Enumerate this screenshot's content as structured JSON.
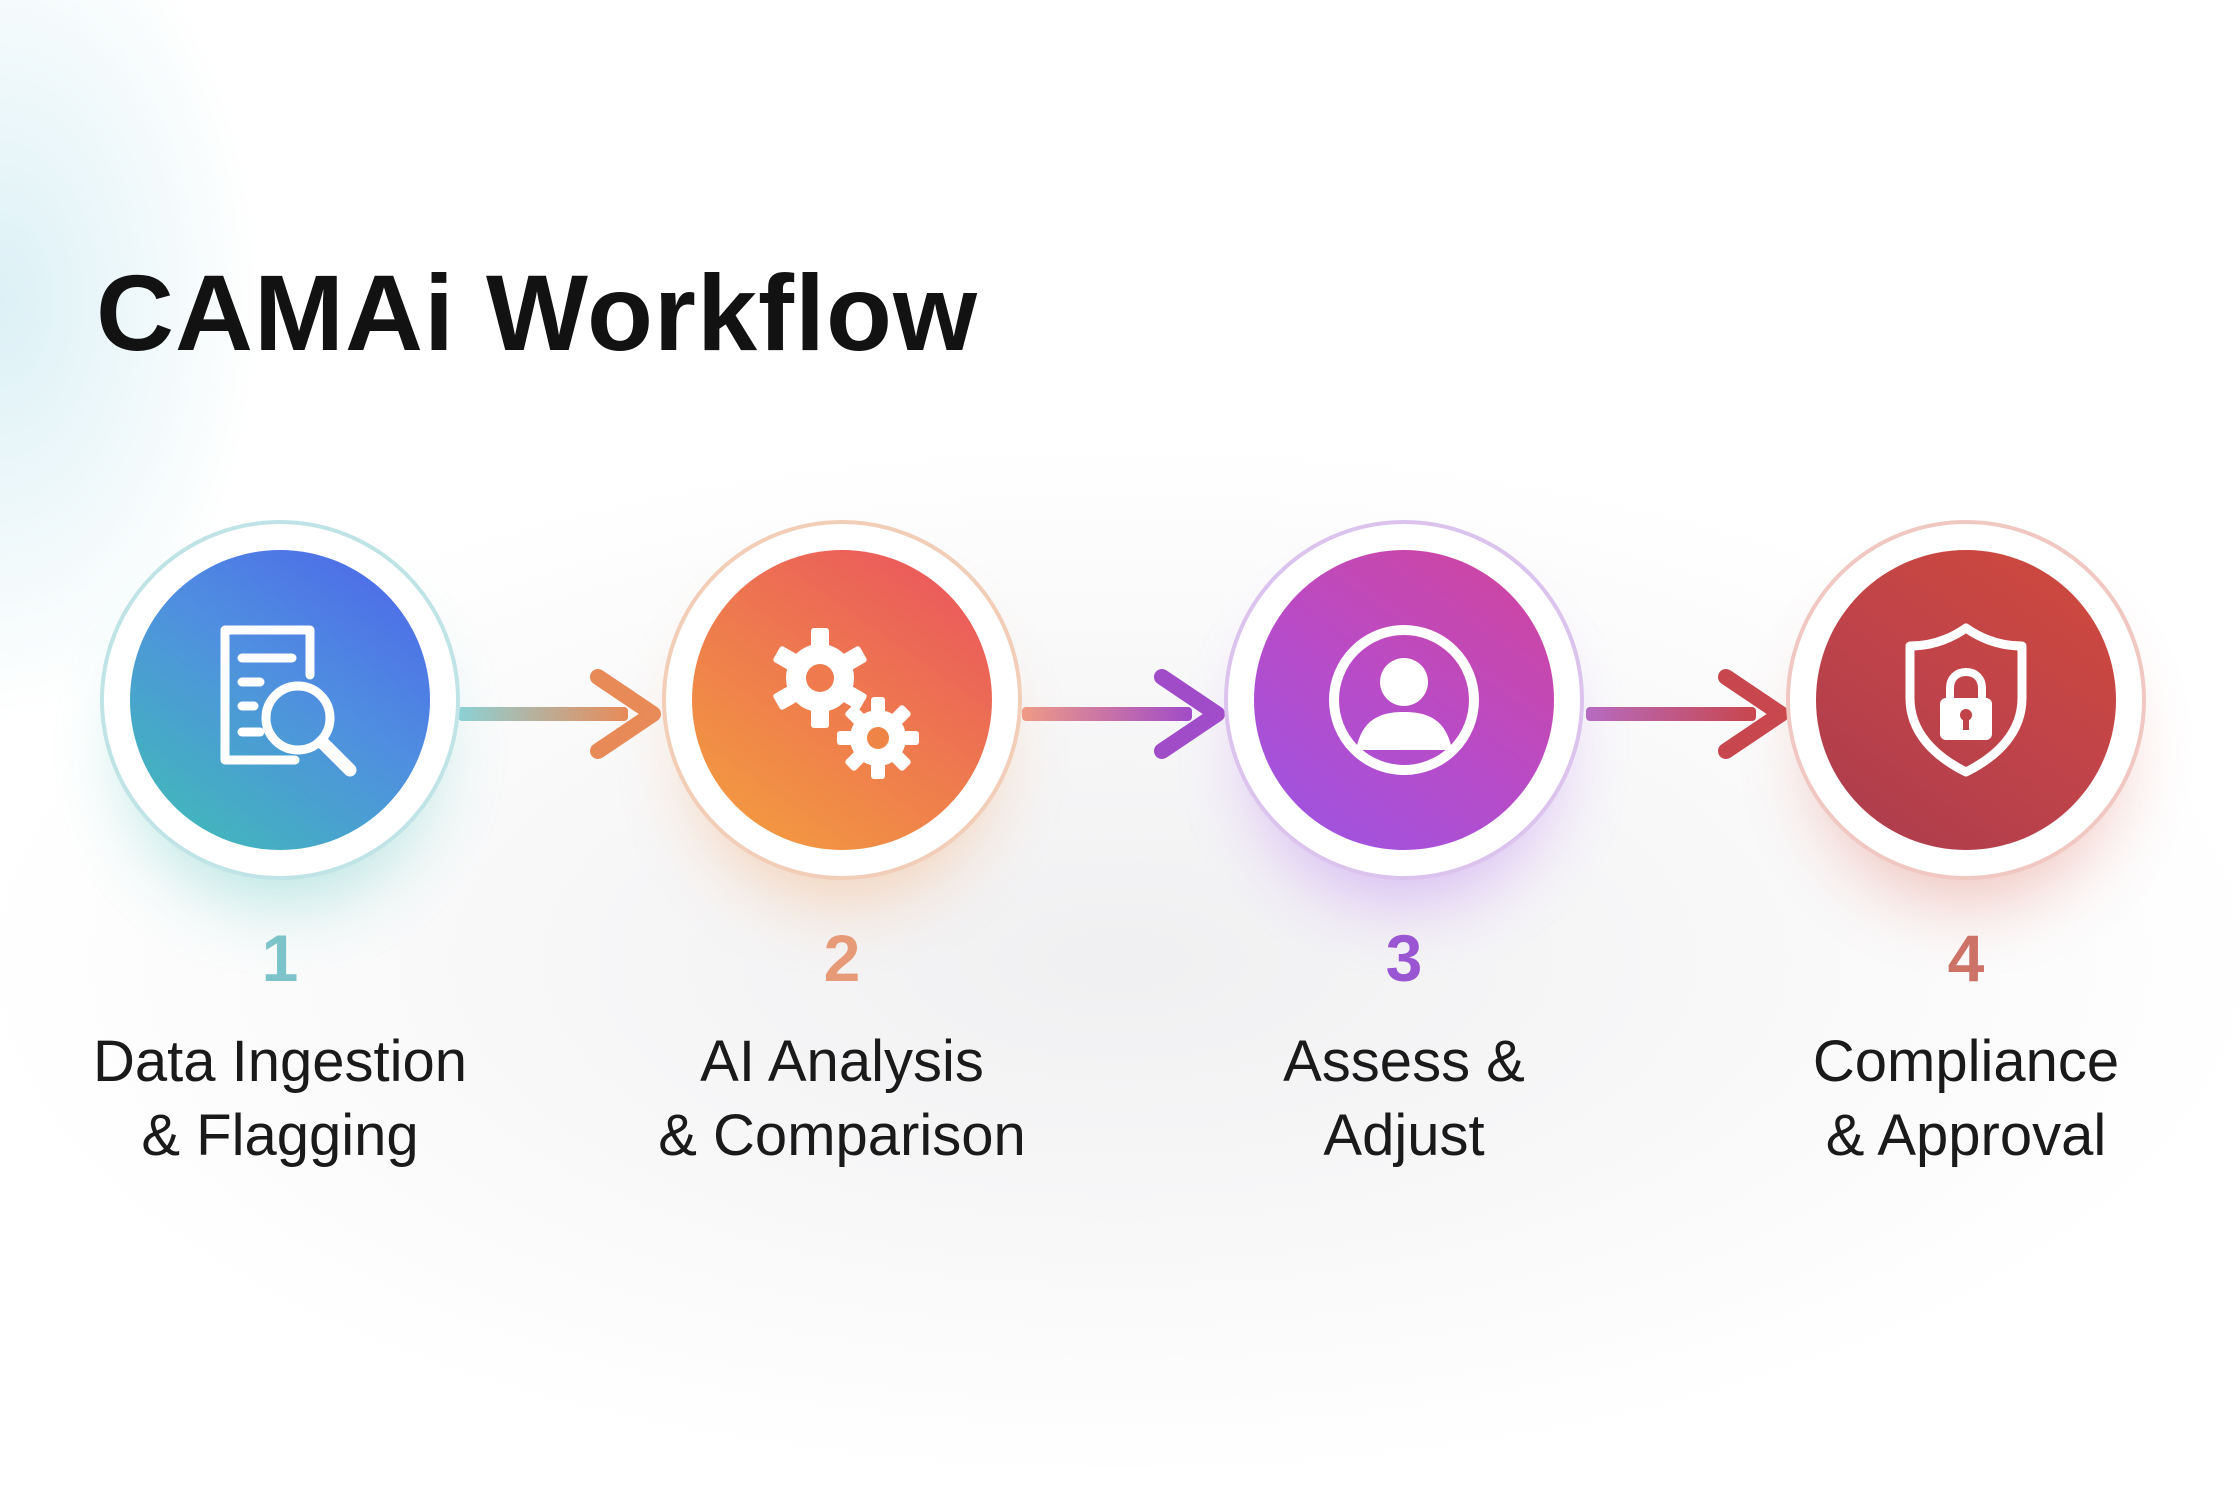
{
  "title": "CAMAi Workflow",
  "steps": [
    {
      "number": "1",
      "line1": "Data Ingestion",
      "line2": "& Flagging",
      "icon": "document-search-icon",
      "color_from": "#3fbfb3",
      "color_to": "#4d63ea",
      "accent": "#7cc4c9"
    },
    {
      "number": "2",
      "line1": "AI Analysis",
      "line2": "& Comparison",
      "icon": "gears-icon",
      "color_from": "#f4a03d",
      "color_to": "#ea5160",
      "accent": "#e69a78"
    },
    {
      "number": "3",
      "line1": "Assess &",
      "line2": "Adjust",
      "icon": "user-icon",
      "color_from": "#a14fe6",
      "color_to": "#d2449a",
      "accent": "#9a55d2"
    },
    {
      "number": "4",
      "line1": "Compliance",
      "line2": "& Approval",
      "icon": "shield-lock-icon",
      "color_from": "#b13b49",
      "color_to": "#cf4a3a",
      "accent": "#cd7267"
    }
  ]
}
